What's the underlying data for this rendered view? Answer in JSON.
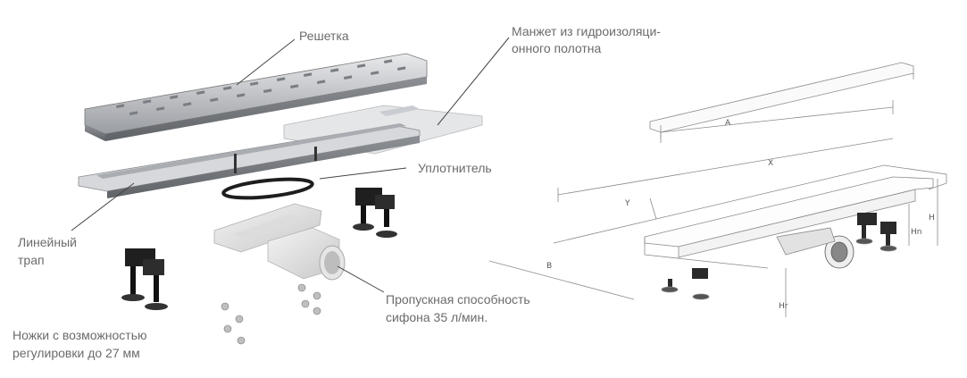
{
  "labels": {
    "grate": "Решетка",
    "cuff_line1": "Манжет из гидроизоляци-",
    "cuff_line2": "онного полотна",
    "seal": "Уплотнитель",
    "drain_line1": "Линейный",
    "drain_line2": "трап",
    "siphon_line1": "Пропускная способность",
    "siphon_line2": "сифона 35 л/мин.",
    "feet_line1": "Ножки с возможностью",
    "feet_line2": "регулировки до 27 мм"
  },
  "dimensions": {
    "a": "A",
    "x": "X",
    "y": "Y",
    "b": "B",
    "h": "H",
    "hn": "Hn",
    "hr": "Hr"
  },
  "colors": {
    "label_text": "#6b6b6b",
    "leader_line": "#444444",
    "steel": "#b9bcc0",
    "dark_part": "#2a2a2a"
  }
}
